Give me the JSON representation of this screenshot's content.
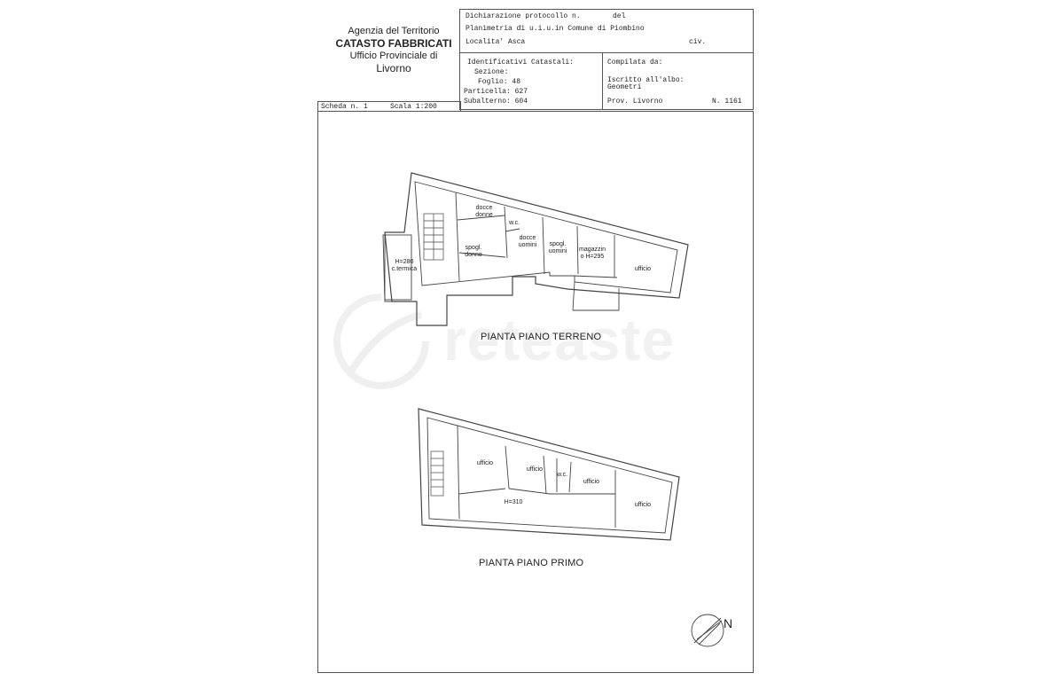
{
  "agency": {
    "line1": "Agenzia del Territorio",
    "line2": "CATASTO FABBRICATI",
    "line3": "Ufficio Provinciale di",
    "line4": "Livorno"
  },
  "header": {
    "protocol_label": "Dichiarazione protocollo n.",
    "protocol_del": "del",
    "planimetry": "Planimetria di u.i.u.in Comune di Piombino",
    "locality": "Localita' Asca",
    "civ": "civ.",
    "identifiers_title": "Identificativi Catastali:",
    "sezione": "Sezione:",
    "foglio": "Foglio: 48",
    "particella": "Particella: 627",
    "subalterno": "Subalterno: 604",
    "compiled_by": "Compilata da:",
    "registered": "Iscritto all'albo:",
    "profession": "Geometri",
    "province": "Prov. Livorno",
    "number": "N.  1161"
  },
  "sheet": {
    "scheda": "Scheda n. 1",
    "scale": "Scala 1:200"
  },
  "plans": {
    "ground_title": "PIANTA PIANO TERRENO",
    "first_title": "PIANTA PIANO PRIMO"
  },
  "rooms_ground": {
    "docce_donne_1": "docce",
    "docce_donne_2": "donne",
    "wc": "w.c.",
    "docce_uomini_1": "docce",
    "docce_uomini_2": "uomini",
    "spogl_donne_1": "spogl.",
    "spogl_donne_2": "donne",
    "spogl_uomini_1": "spogl.",
    "spogl_uomini_2": "uomini",
    "magazzino_1": "magazzin",
    "magazzino_2": "o H=295",
    "ufficio": "ufficio",
    "ct_1": "H=280",
    "ct_2": "c.termica"
  },
  "rooms_first": {
    "ufficio_1": "ufficio",
    "ufficio_2": "ufficio",
    "wc": "w.c.",
    "ufficio_3": "ufficio",
    "ufficio_4": "ufficio",
    "height": "H=310"
  },
  "compass": {
    "north": "N"
  },
  "watermark": "reteaste",
  "colors": {
    "line": "#555555",
    "plan_line": "#444444",
    "watermark": "#f1f1f1"
  }
}
